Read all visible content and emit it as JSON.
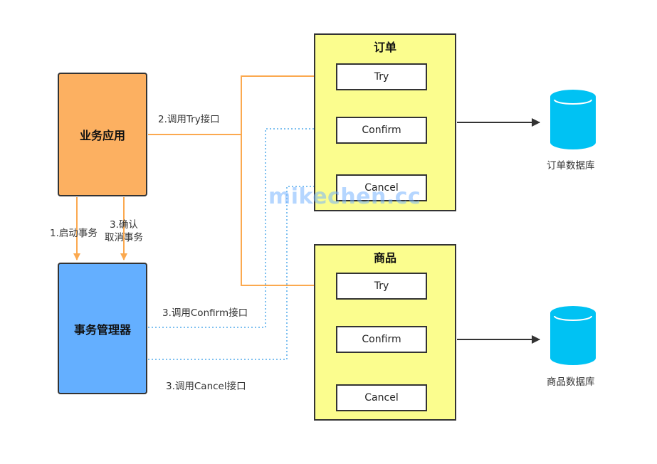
{
  "nodes": {
    "business_app": "业务应用",
    "transaction_manager": "事务管理器"
  },
  "services": [
    {
      "title": "订单",
      "ops": [
        "Try",
        "Confirm",
        "Cancel"
      ],
      "db_label": "订单数据库"
    },
    {
      "title": "商品",
      "ops": [
        "Try",
        "Confirm",
        "Cancel"
      ],
      "db_label": "商品数据库"
    }
  ],
  "edges": {
    "start_tx": "1.启动事务",
    "confirm_cancel_line1": "3.确认",
    "confirm_cancel_line2": "取消事务",
    "call_try": "2.调用Try接口",
    "call_confirm": "3.调用Confirm接口",
    "call_cancel": "3.调用Cancel接口"
  },
  "watermark": "mikechen.cc",
  "colors": {
    "business_app": "#fcb061",
    "transaction_manager": "#64afff",
    "service_container": "#fbfd8e",
    "try_arrow": "#fba94f",
    "dotted_arrow": "#7ec0f0",
    "database": "#00c2f3"
  }
}
